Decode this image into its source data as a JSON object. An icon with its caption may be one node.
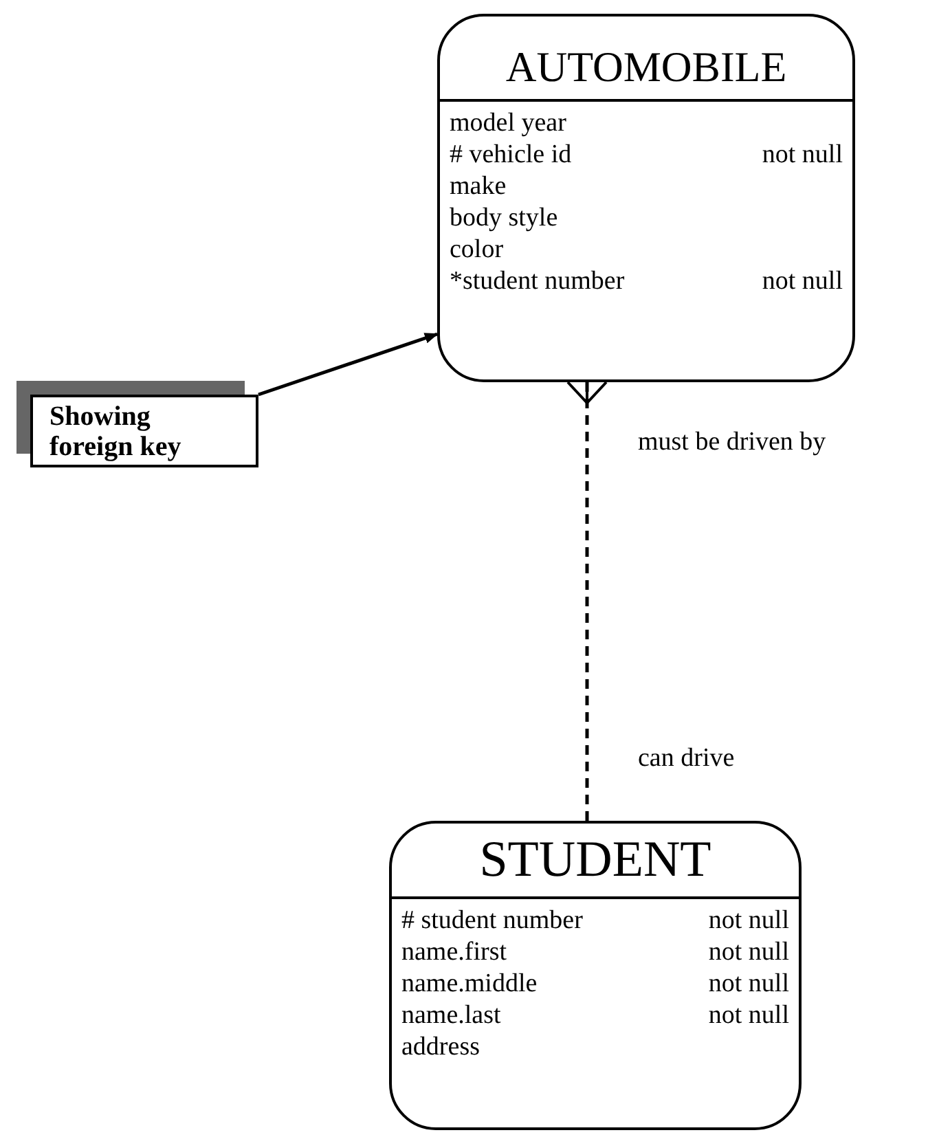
{
  "diagram": {
    "nodes": [
      {
        "text": [
          "AUTOMOBILE",
          "model year",
          "# vehicle id",
          "not null",
          "make",
          "body style",
          "color",
          "*student number",
          "not null"
        ]
      },
      {
        "text": [
          "STUDENT",
          "# student number",
          "not null",
          "name.first",
          "not null",
          "name.middle",
          "not null",
          "name.last",
          "not null",
          "address"
        ]
      },
      {
        "text": [
          "Showing foreign key"
        ]
      }
    ],
    "edges": [
      {
        "from": 2,
        "to": 0,
        "arrow": "to"
      },
      {
        "from": 0,
        "to": 1,
        "arrow": "other",
        "style": "dashed"
      }
    ],
    "labels": [
      "must be driven by",
      "can drive"
    ]
  }
}
